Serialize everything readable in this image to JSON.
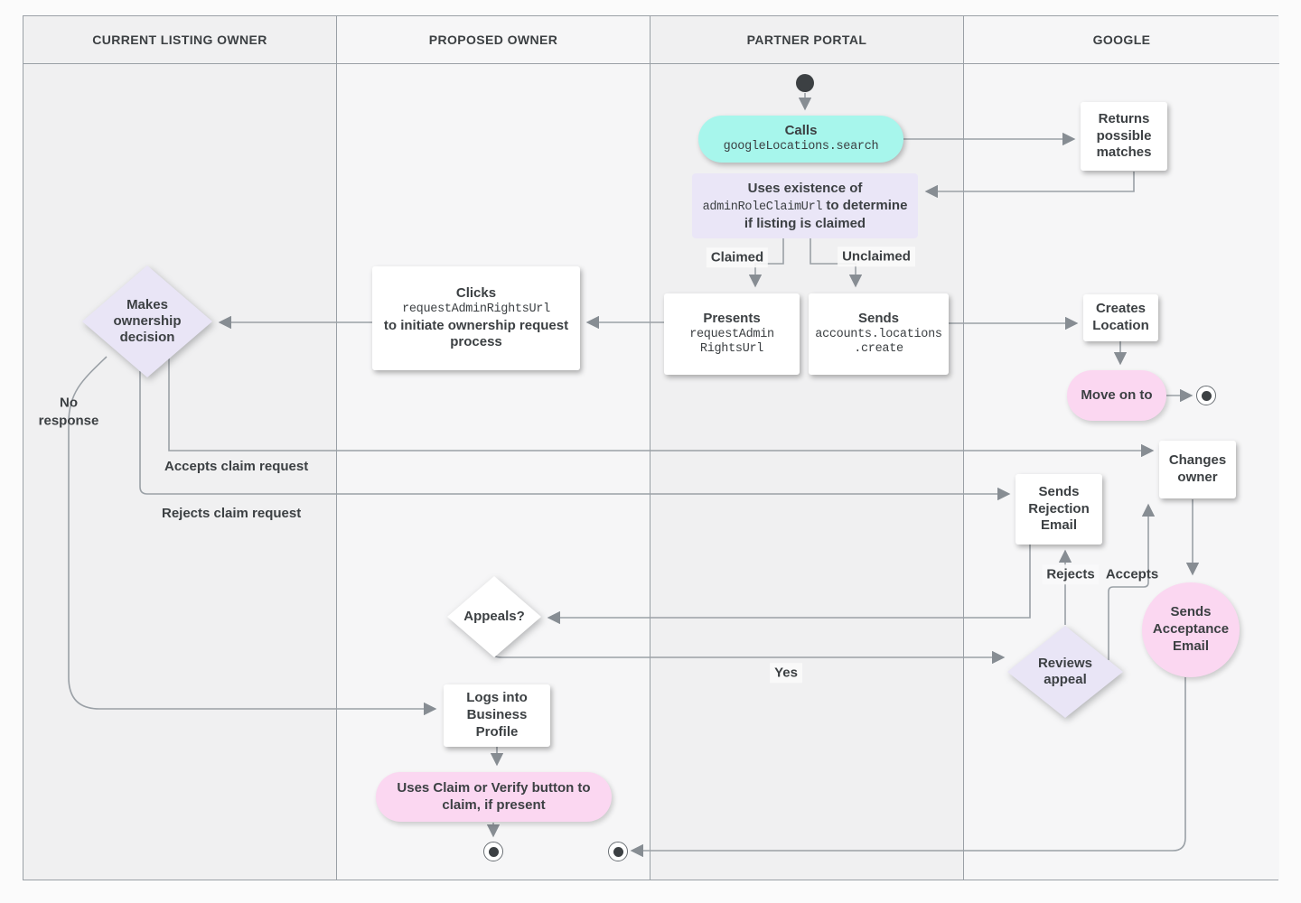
{
  "lanes": [
    {
      "label": "CURRENT LISTING OWNER"
    },
    {
      "label": "PROPOSED OWNER"
    },
    {
      "label": "PARTNER PORTAL"
    },
    {
      "label": "GOOGLE"
    }
  ],
  "nodes": {
    "calls_search": {
      "title": "Calls",
      "code": "googleLocations.search"
    },
    "returns_matches": {
      "label": "Returns possible matches"
    },
    "uses_existence": {
      "prefix": "Uses existence of",
      "code": "adminRoleClaimUrl",
      "suffix": "to determine if listing is claimed"
    },
    "presents_url": {
      "title": "Presents",
      "code_line1": "requestAdmin",
      "code_line2": "RightsUrl"
    },
    "sends_create": {
      "title": "Sends",
      "code_line1": "accounts.locations",
      "code_line2": ".create"
    },
    "creates_location": {
      "label": "Creates Location"
    },
    "move_on_to": {
      "label": "Move on to"
    },
    "clicks_url": {
      "title": "Clicks",
      "code": "requestAdminRightsUrl",
      "suffix": "to initiate ownership request process"
    },
    "makes_decision": {
      "label": "Makes ownership decision"
    },
    "changes_owner": {
      "label": "Changes owner"
    },
    "sends_rejection": {
      "label": "Sends Rejection Email"
    },
    "sends_acceptance": {
      "label": "Sends Acceptance Email"
    },
    "appeals": {
      "label": "Appeals?"
    },
    "reviews_appeal": {
      "label": "Reviews appeal"
    },
    "logs_into": {
      "label": "Logs into Business Profile"
    },
    "uses_claim": {
      "label": "Uses Claim or Verify button to claim, if present"
    }
  },
  "edge_labels": {
    "claimed": "Claimed",
    "unclaimed": "Unclaimed",
    "no_response": "No response",
    "accepts_claim": "Accepts claim request",
    "rejects_claim": "Rejects claim request",
    "rejects": "Rejects",
    "accepts": "Accepts",
    "yes": "Yes"
  },
  "colors": {
    "teal_accent": "#a7f6ec",
    "lavender_accent": "#eae6f7",
    "pink_accent": "#fbd7f1",
    "line": "#9aa0a6",
    "text": "#3c4043"
  }
}
